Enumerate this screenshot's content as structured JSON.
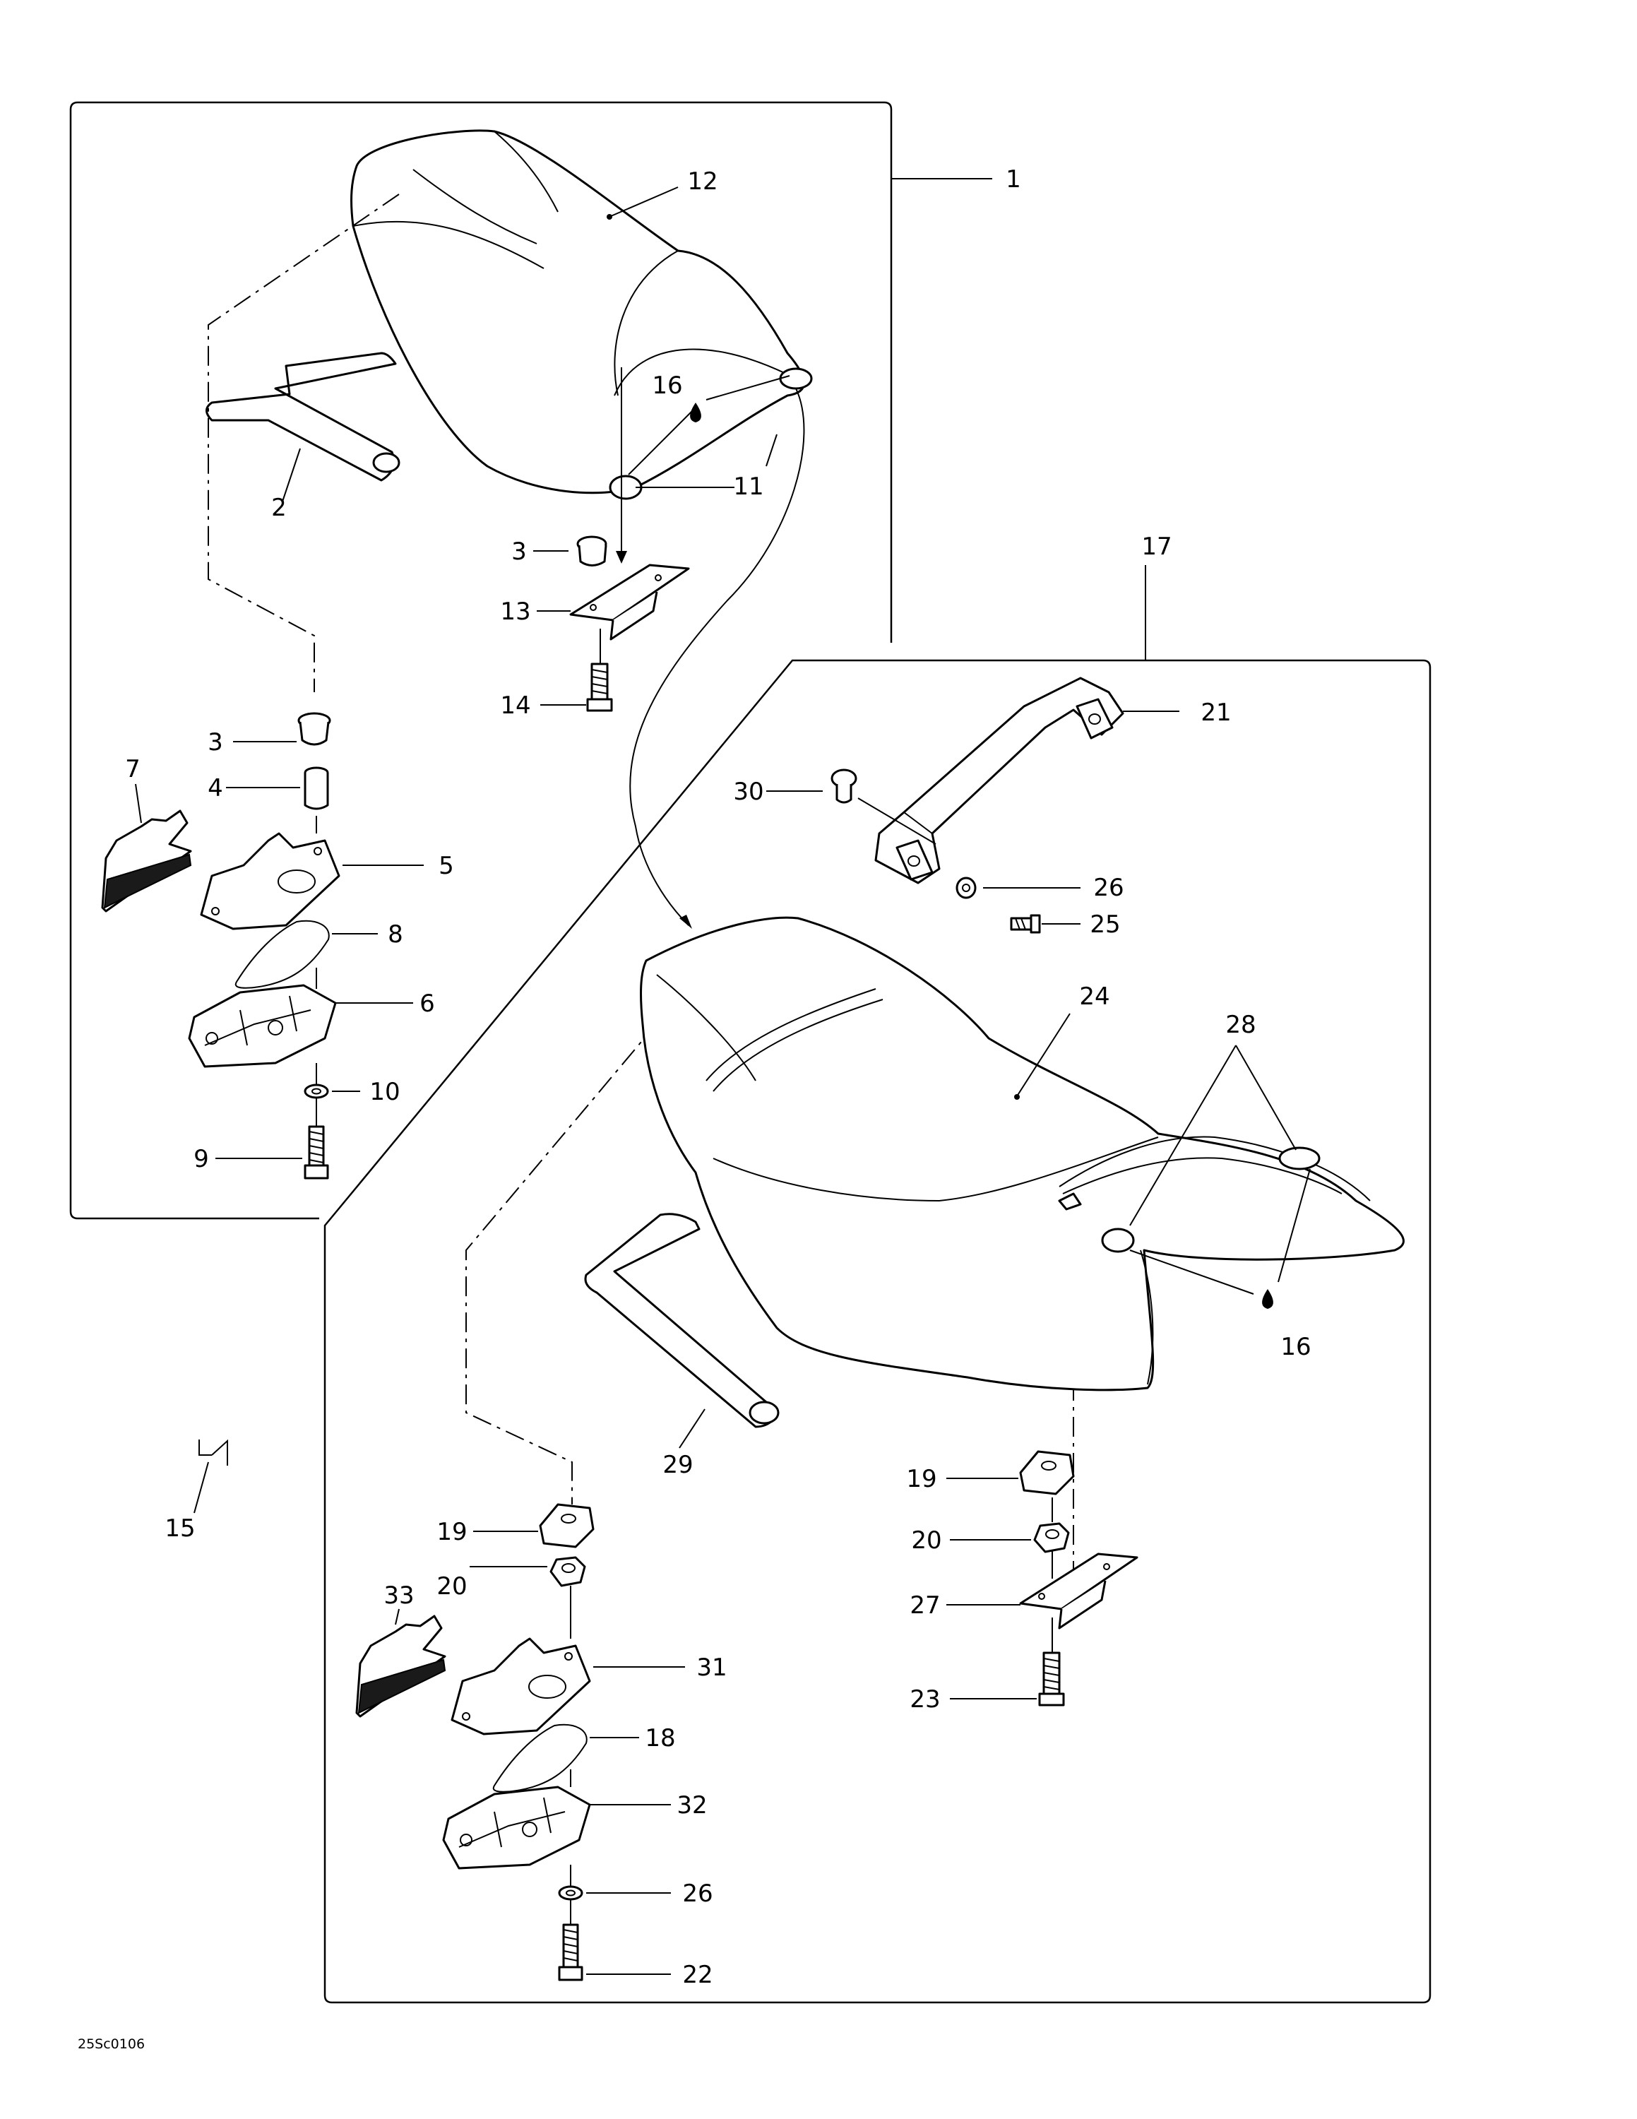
{
  "diagram": {
    "code": "25Sc0106",
    "callouts": [
      {
        "id": "c1",
        "text": "1"
      },
      {
        "id": "c2",
        "text": "2"
      },
      {
        "id": "c3a",
        "text": "3"
      },
      {
        "id": "c3b",
        "text": "3"
      },
      {
        "id": "c4",
        "text": "4"
      },
      {
        "id": "c5",
        "text": "5"
      },
      {
        "id": "c6",
        "text": "6"
      },
      {
        "id": "c7",
        "text": "7"
      },
      {
        "id": "c8",
        "text": "8"
      },
      {
        "id": "c9",
        "text": "9"
      },
      {
        "id": "c10",
        "text": "10"
      },
      {
        "id": "c11",
        "text": "11"
      },
      {
        "id": "c12",
        "text": "12"
      },
      {
        "id": "c13",
        "text": "13"
      },
      {
        "id": "c14",
        "text": "14"
      },
      {
        "id": "c15",
        "text": "15"
      },
      {
        "id": "c16a",
        "text": "16"
      },
      {
        "id": "c16b",
        "text": "16"
      },
      {
        "id": "c17",
        "text": "17"
      },
      {
        "id": "c18",
        "text": "18"
      },
      {
        "id": "c19a",
        "text": "19"
      },
      {
        "id": "c19b",
        "text": "19"
      },
      {
        "id": "c20a",
        "text": "20"
      },
      {
        "id": "c20b",
        "text": "20"
      },
      {
        "id": "c21",
        "text": "21"
      },
      {
        "id": "c22",
        "text": "22"
      },
      {
        "id": "c23",
        "text": "23"
      },
      {
        "id": "c24",
        "text": "24"
      },
      {
        "id": "c25",
        "text": "25"
      },
      {
        "id": "c26a",
        "text": "26"
      },
      {
        "id": "c26b",
        "text": "26"
      },
      {
        "id": "c27",
        "text": "27"
      },
      {
        "id": "c28",
        "text": "28"
      },
      {
        "id": "c29",
        "text": "29"
      },
      {
        "id": "c30",
        "text": "30"
      },
      {
        "id": "c31",
        "text": "31"
      },
      {
        "id": "c32",
        "text": "32"
      },
      {
        "id": "c33",
        "text": "33"
      }
    ]
  }
}
